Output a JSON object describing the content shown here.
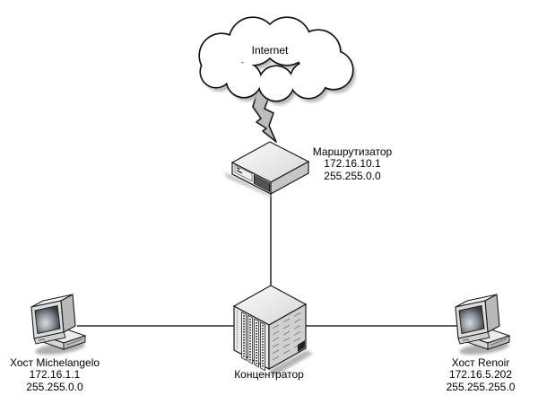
{
  "diagram": {
    "internet": {
      "label": "Internet"
    },
    "router": {
      "name": "Маршрутизатор",
      "ip": "172.16.10.1",
      "mask": "255.255.0.0"
    },
    "hub": {
      "name": "Концентратор"
    },
    "hosts": {
      "left": {
        "name": "Хост Michelangelo",
        "ip": "172.16.1.1",
        "mask": "255.255.0.0"
      },
      "right": {
        "name": "Хост Renoir",
        "ip": "172.16.5.202",
        "mask": "255.255.255.0"
      }
    }
  },
  "colors": {
    "background": "#ffffff",
    "outline": "#1a1a1a",
    "connection_line": "#000000",
    "face_light": "#f4f4f4",
    "face_mid": "#dcdcdc",
    "face_dark": "#bdbdbd",
    "screen_dark": "#34383c",
    "shadow": "#b0b0b0"
  }
}
